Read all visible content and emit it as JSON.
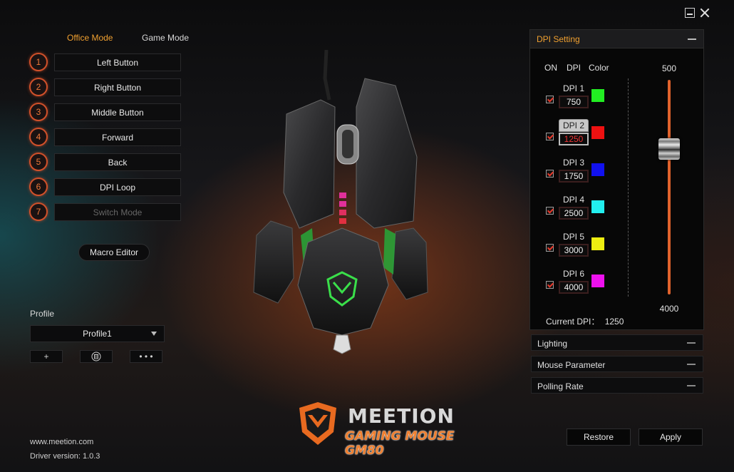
{
  "window": {
    "minimize_icon": "minimize-icon",
    "close_icon": "close-icon"
  },
  "modes": {
    "office": "Office Mode",
    "game": "Game Mode",
    "active": "office"
  },
  "buttons": [
    {
      "num": "1",
      "label": "Left Button",
      "enabled": true
    },
    {
      "num": "2",
      "label": "Right Button",
      "enabled": true
    },
    {
      "num": "3",
      "label": "Middle Button",
      "enabled": true
    },
    {
      "num": "4",
      "label": "Forward",
      "enabled": true
    },
    {
      "num": "5",
      "label": "Back",
      "enabled": true
    },
    {
      "num": "6",
      "label": "DPI Loop",
      "enabled": true
    },
    {
      "num": "7",
      "label": "Switch Mode",
      "enabled": false
    }
  ],
  "macro_editor": "Macro Editor",
  "profile": {
    "label": "Profile",
    "selected": "Profile1",
    "add": "+",
    "delete_icon": "trash-icon",
    "more": "• • •"
  },
  "footer": {
    "website": "www.meetion.com",
    "driver_version": "Driver version: 1.0.3"
  },
  "logo": {
    "brand": "MEETION",
    "subtitle": "GAMING MOUSE GM80"
  },
  "dpi": {
    "title": "DPI Setting",
    "col_on": "ON",
    "col_dpi": "DPI",
    "col_color": "Color",
    "levels": [
      {
        "name": "DPI 1",
        "value": "750",
        "color": "#22ee22",
        "on": true,
        "active": false
      },
      {
        "name": "DPI 2",
        "value": "1250",
        "color": "#ee1111",
        "on": true,
        "active": true
      },
      {
        "name": "DPI 3",
        "value": "1750",
        "color": "#1111ee",
        "on": true,
        "active": false
      },
      {
        "name": "DPI 4",
        "value": "2500",
        "color": "#22eeee",
        "on": true,
        "active": false
      },
      {
        "name": "DPI 5",
        "value": "3000",
        "color": "#eeee11",
        "on": true,
        "active": false
      },
      {
        "name": "DPI 6",
        "value": "4000",
        "color": "#ee11ee",
        "on": true,
        "active": false
      }
    ],
    "slider_min": "500",
    "slider_max": "4000",
    "current_label": "Current DPI：",
    "current_value": "1250"
  },
  "sections": [
    {
      "label": "Lighting"
    },
    {
      "label": "Mouse Parameter"
    },
    {
      "label": "Polling Rate"
    }
  ],
  "actions": {
    "restore": "Restore",
    "apply": "Apply"
  },
  "colors": {
    "accent": "#f0a030",
    "number_ring": "#d0502a",
    "slider": "#e0622c"
  }
}
